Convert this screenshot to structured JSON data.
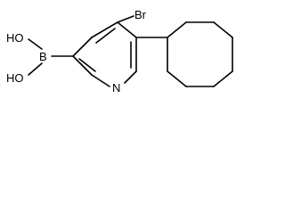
{
  "molecule": {
    "atoms": {
      "bromine": "Br",
      "nitrogen": "N",
      "boron": "B",
      "hydroxyl_top": "HO",
      "hydroxyl_bottom": "HO"
    },
    "colors": {
      "bond": "#000000",
      "label": "#000000",
      "background": "#ffffff"
    }
  }
}
